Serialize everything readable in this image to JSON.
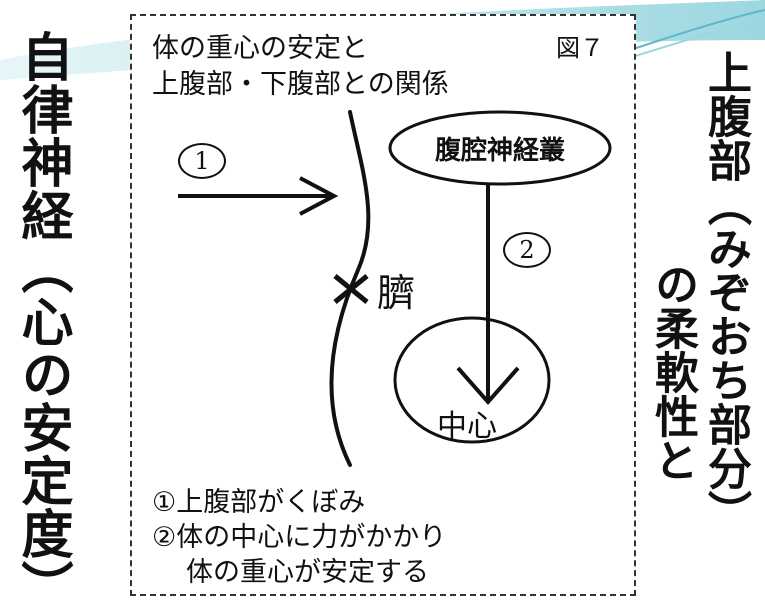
{
  "left_title": "自律神経（心の安定度）",
  "right_title_line1": "上腹部（みぞおち部分）",
  "right_title_line2": "の柔軟性と",
  "figure": {
    "title_line1": "体の重心の安定と",
    "title_line2": "上腹部・下腹部との関係",
    "figure_number": "図７",
    "step1": "1",
    "step2": "2",
    "plexus": "腹腔神経叢",
    "navel": "臍",
    "center": "中心",
    "note1": "①上腹部がくぼみ",
    "note2": "②体の中心に力がかかり",
    "note3": "体の重心が安定する"
  }
}
